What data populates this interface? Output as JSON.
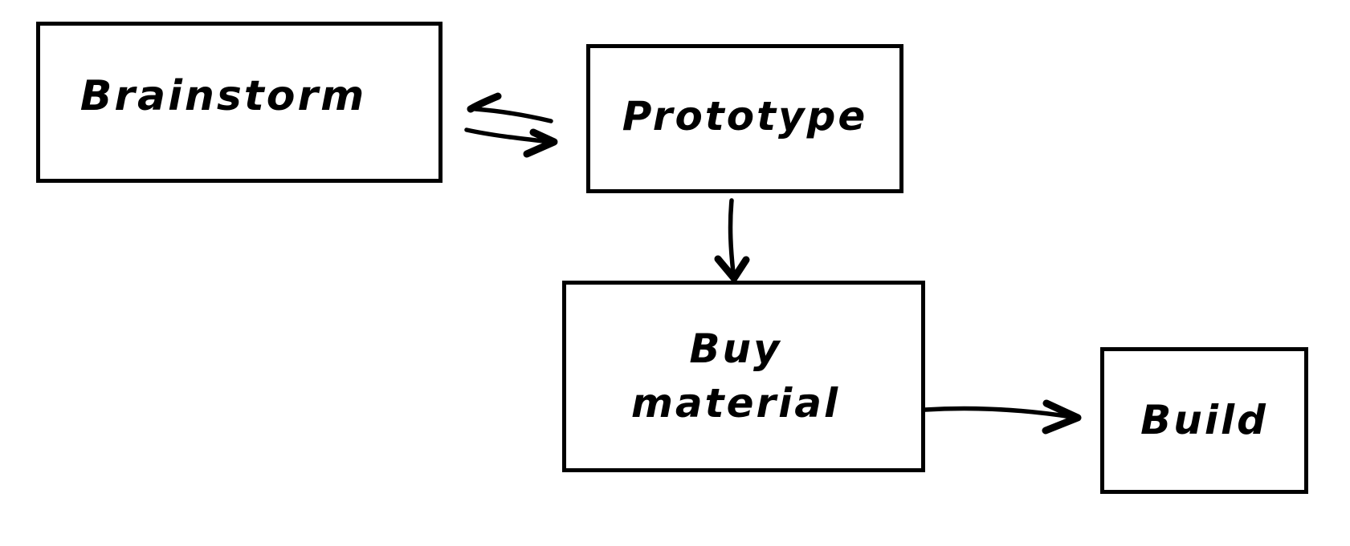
{
  "canvas": {
    "background": "#ffffff",
    "ink": "#000000",
    "style": "hand-drawn flowchart"
  },
  "nodes": {
    "brainstorm": {
      "label": "Brainstorm"
    },
    "prototype": {
      "label": "Prototype"
    },
    "buy_material": {
      "label": "Buy material",
      "line1": "Buy",
      "line2": "material"
    },
    "build": {
      "label": "Build"
    }
  },
  "edges": [
    {
      "from": "Prototype",
      "to": "Brainstorm",
      "direction": "left",
      "style": "top half of bidirectional pair"
    },
    {
      "from": "Brainstorm",
      "to": "Prototype",
      "direction": "right",
      "style": "bottom half of bidirectional pair"
    },
    {
      "from": "Prototype",
      "to": "Buy material",
      "direction": "down",
      "style": "single arrow"
    },
    {
      "from": "Buy material",
      "to": "Build",
      "direction": "right",
      "style": "single arrow"
    }
  ]
}
